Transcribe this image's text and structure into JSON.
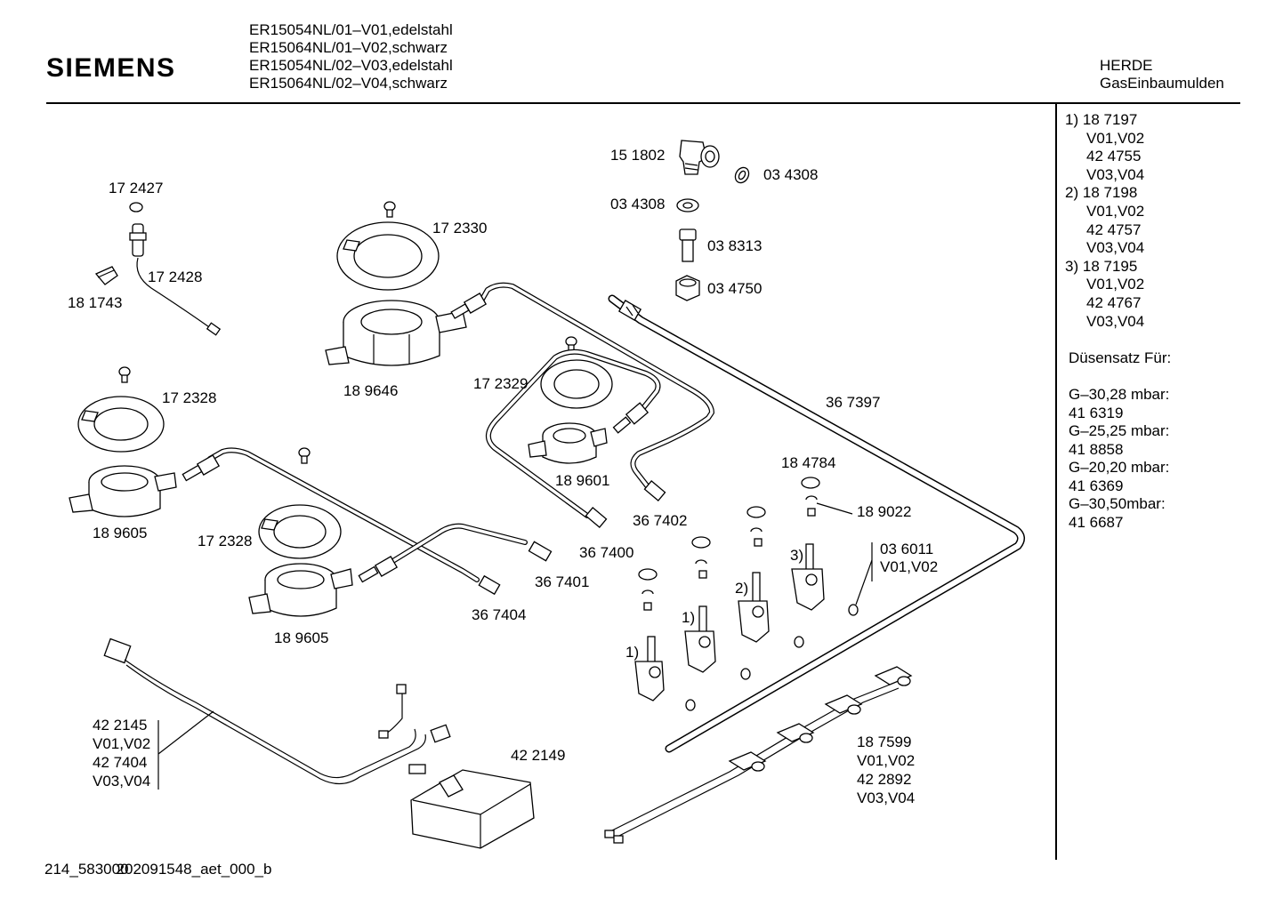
{
  "header": {
    "brand": "SIEMENS",
    "models": [
      "ER15054NL/01–V01,edelstahl",
      "ER15064NL/01–V02,schwarz",
      "ER15054NL/02–V03,edelstahl",
      "ER15064NL/02–V04,schwarz"
    ],
    "category": "HERDE",
    "subcategory": "GasEinbaumulden"
  },
  "side_panel": {
    "variants": [
      {
        "marker": "1)",
        "part": "18 7197",
        "lines": [
          "V01,V02",
          "42 4755",
          "V03,V04"
        ]
      },
      {
        "marker": "2)",
        "part": "18 7198",
        "lines": [
          "V01,V02",
          "42 4757",
          "V03,V04"
        ]
      },
      {
        "marker": "3)",
        "part": "18 7195",
        "lines": [
          "V01,V02",
          "42 4767",
          "V03,V04"
        ]
      }
    ],
    "nozzle_title": "Düsensatz Für:",
    "nozzles": [
      {
        "gas": "G–30,28 mbar:",
        "part": "41 6319"
      },
      {
        "gas": "G–25,25 mbar:",
        "part": "41 8858"
      },
      {
        "gas": "G–20,20 mbar:",
        "part": "41 6369"
      },
      {
        "gas": "G–30,50mbar:",
        "part": "41 6687"
      }
    ]
  },
  "labels": {
    "p151802": "15 1802",
    "p034308a": "03 4308",
    "p034308b": "03 4308",
    "p038313": "03 8313",
    "p034750": "03 4750",
    "p172427": "17 2427",
    "p172428": "17 2428",
    "p181743": "18 1743",
    "p172330": "17 2330",
    "p189646": "18 9646",
    "p172329": "17 2329",
    "p189601": "18 9601",
    "p367397": "36 7397",
    "p172328a": "17 2328",
    "p189605a": "18 9605",
    "p172328b": "17 2328",
    "p189605b": "18 9605",
    "p367402": "36 7402",
    "p367400": "36 7400",
    "p367401": "36 7401",
    "p367404": "36 7404",
    "p184784": "18 4784",
    "p189022": "18 9022",
    "p036011": "03 6011",
    "p036011v": "V01,V02",
    "m1a": "1)",
    "m1b": "1)",
    "m2": "2)",
    "m3": "3)",
    "p422145": "42 2145",
    "p422145v1": "V01,V02",
    "p427404": "42 7404",
    "p427404v": "V03,V04",
    "p422149": "42 2149",
    "p187599": "18 7599",
    "p187599v1": "V01,V02",
    "p422892": "42 2892",
    "p422892v": "V03,V04"
  },
  "footer": {
    "code_a": "214_583000",
    "code_b": "202091548_aet_000_b"
  }
}
